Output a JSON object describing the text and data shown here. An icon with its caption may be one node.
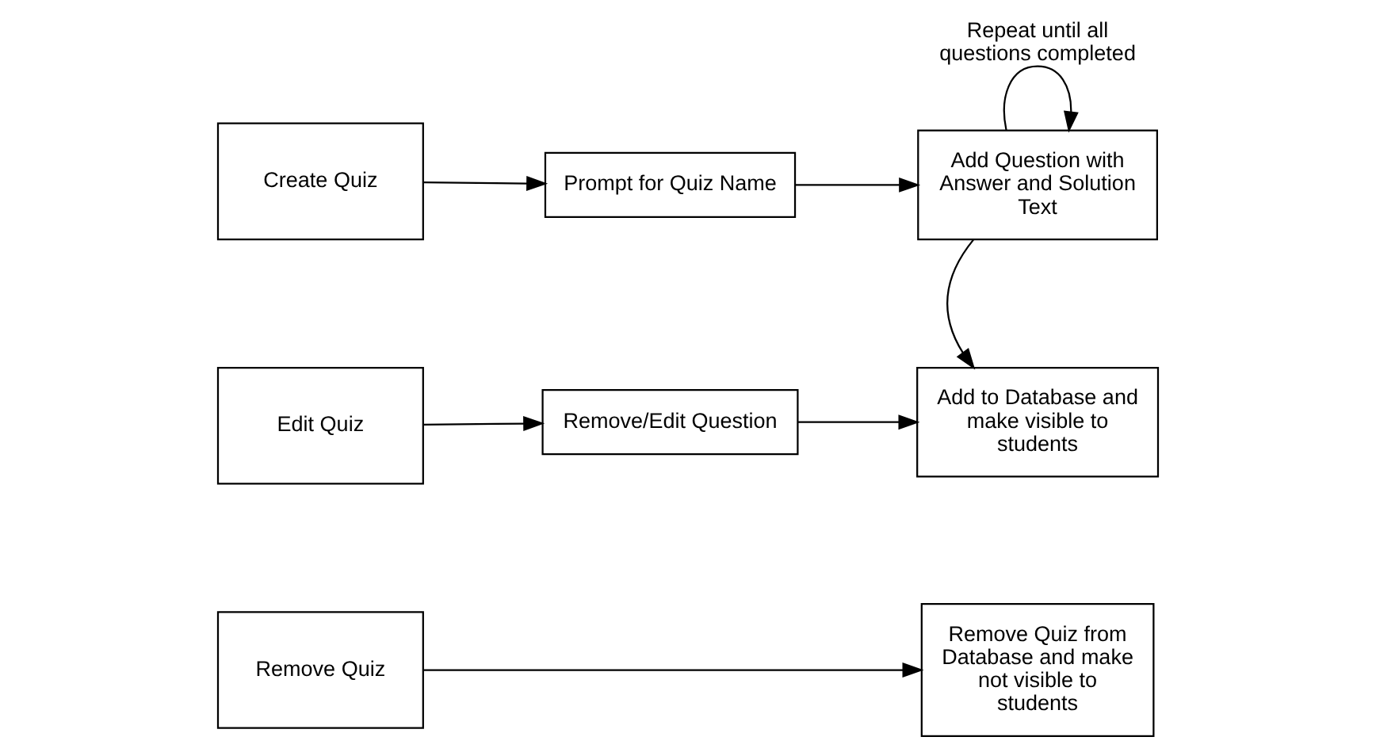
{
  "diagram": {
    "nodes": [
      {
        "text": [
          "Create Quiz"
        ]
      },
      {
        "text": [
          "Prompt for Quiz Name"
        ]
      },
      {
        "text": [
          "Add Question with Answer and Solution Text"
        ]
      },
      {
        "text": [
          "Edit Quiz"
        ]
      },
      {
        "text": [
          "Remove/Edit Question"
        ]
      },
      {
        "text": [
          "Add to Database and make visible to students"
        ]
      },
      {
        "text": [
          "Remove Quiz"
        ]
      },
      {
        "text": [
          "Remove Quiz from Database and make not visible to students"
        ]
      }
    ],
    "edges": [
      {
        "from": 0,
        "to": 1,
        "arrow": "to"
      },
      {
        "from": 1,
        "to": 2,
        "arrow": "to"
      },
      {
        "from": 2,
        "to": 2,
        "arrow": "to",
        "label": "Repeat until all questions completed"
      },
      {
        "from": 2,
        "to": 5,
        "arrow": "to"
      },
      {
        "from": 3,
        "to": 4,
        "arrow": "to"
      },
      {
        "from": 4,
        "to": 5,
        "arrow": "to"
      },
      {
        "from": 6,
        "to": 7,
        "arrow": "to"
      }
    ]
  }
}
